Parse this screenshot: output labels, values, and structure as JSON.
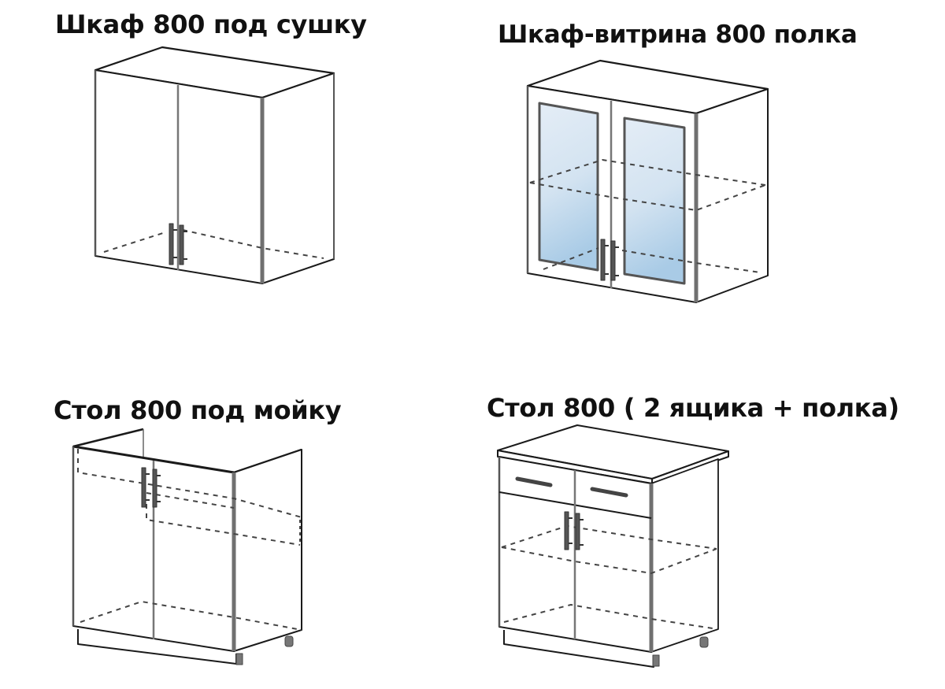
{
  "colors": {
    "background": "#ffffff",
    "text": "#111111",
    "line": "#1a1a1a",
    "side_edge": "#6b6b6b",
    "glass_top": "#dfe9f3",
    "glass_bottom": "#b7d3ea",
    "dashed": "#444444"
  },
  "items": [
    {
      "title": "Шкаф 800 под сушку",
      "type": "wall-cabinet",
      "width_mm": "800",
      "doors": 2,
      "feature": "под сушку"
    },
    {
      "title": "Шкаф-витрина 800 полка",
      "type": "wall-showcase-cabinet",
      "width_mm": "800",
      "doors": 2,
      "feature": "стеклянные двери, полка"
    },
    {
      "title": "Стол 800 под мойку",
      "type": "base-sink-cabinet",
      "width_mm": "800",
      "doors": 2,
      "feature": "под мойку"
    },
    {
      "title": "Стол 800 ( 2 ящика + полка)",
      "type": "base-cabinet-drawers",
      "width_mm": "800",
      "doors": 2,
      "drawers": 2,
      "feature": "2 ящика + полка"
    }
  ]
}
